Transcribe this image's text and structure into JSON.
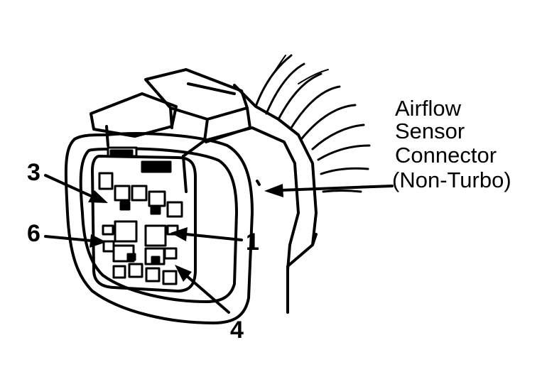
{
  "diagram": {
    "callout": {
      "lines": [
        "Airflow",
        "Sensor",
        "Connector",
        "(Non-Turbo)"
      ]
    },
    "pins": [
      {
        "id": "pin-3",
        "label": "3"
      },
      {
        "id": "pin-6",
        "label": "6"
      },
      {
        "id": "pin-1",
        "label": "1"
      },
      {
        "id": "pin-4",
        "label": "4"
      }
    ],
    "colors": {
      "ink": "#000000",
      "paper": "#ffffff"
    }
  }
}
